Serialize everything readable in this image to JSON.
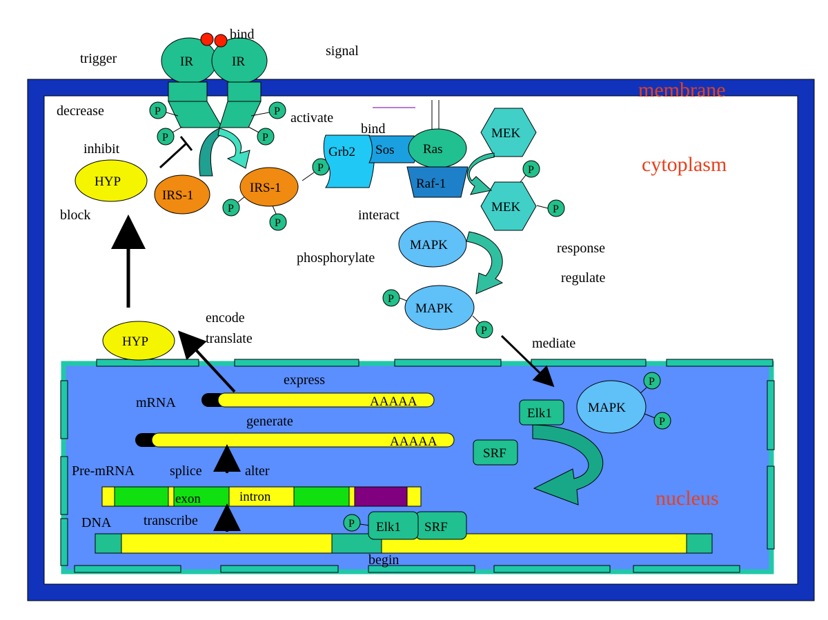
{
  "colors": {
    "membrane": "#1133bb",
    "cytoplasm": "#ffffff",
    "nucleus_fill": "#5b8eff",
    "nuclear_envelope": "#20c8a8",
    "region_label": "#e8401c",
    "receptor": "#20c090",
    "phospho": "#22c08a",
    "irs": "#f08a10",
    "hyp": "#f5f500",
    "grb2": "#20c8f5",
    "sos": "#1aa0e0",
    "raf": "#1e80c8",
    "mek": "#40d0c8",
    "mapk": "#60c0f8",
    "mrna_body": "#ffff10",
    "exon": "#10e010",
    "intron_block": "#800080"
  },
  "regions": {
    "membrane": "membrane",
    "cytoplasm": "cytoplasm",
    "nucleus": "nucleus"
  },
  "receptor": {
    "left_label": "IR",
    "right_label": "IR"
  },
  "molecules": {
    "hyp_top": "HYP",
    "hyp_bottom": "HYP",
    "irs_left": "IRS-1",
    "irs_right": "IRS-1",
    "grb2": "Grb2",
    "sos": "Sos",
    "ras": "Ras",
    "raf": "Raf-1",
    "mek_top": "MEK",
    "mek_bottom": "MEK",
    "mapk_inactive": "MAPK",
    "mapk_active": "MAPK",
    "mapk_nuclear": "MAPK",
    "elk1_nucleus": "Elk1",
    "srf_nucleus": "SRF",
    "elk1_dna": "Elk1",
    "srf_dna": "SRF"
  },
  "phospho_label": "P",
  "verbs": {
    "trigger": "trigger",
    "bind_top": "bind",
    "signal": "signal",
    "decrease": "decrease",
    "activate": "activate",
    "bind_ras": "bind",
    "inhibit": "inhibit",
    "block": "block",
    "interact": "interact",
    "phosphorylate": "phosphorylate",
    "response": "response",
    "regulate": "regulate",
    "encode": "encode",
    "translate": "translate",
    "mediate": "mediate",
    "express": "express",
    "generate": "generate",
    "splice": "splice",
    "alter": "alter",
    "transcribe": "transcribe",
    "begin": "begin"
  },
  "nucleic": {
    "mrna": "mRNA",
    "pre_mrna": "Pre-mRNA",
    "dna": "DNA",
    "polya": "AAAAA",
    "exon": "exon",
    "intron": "intron"
  }
}
